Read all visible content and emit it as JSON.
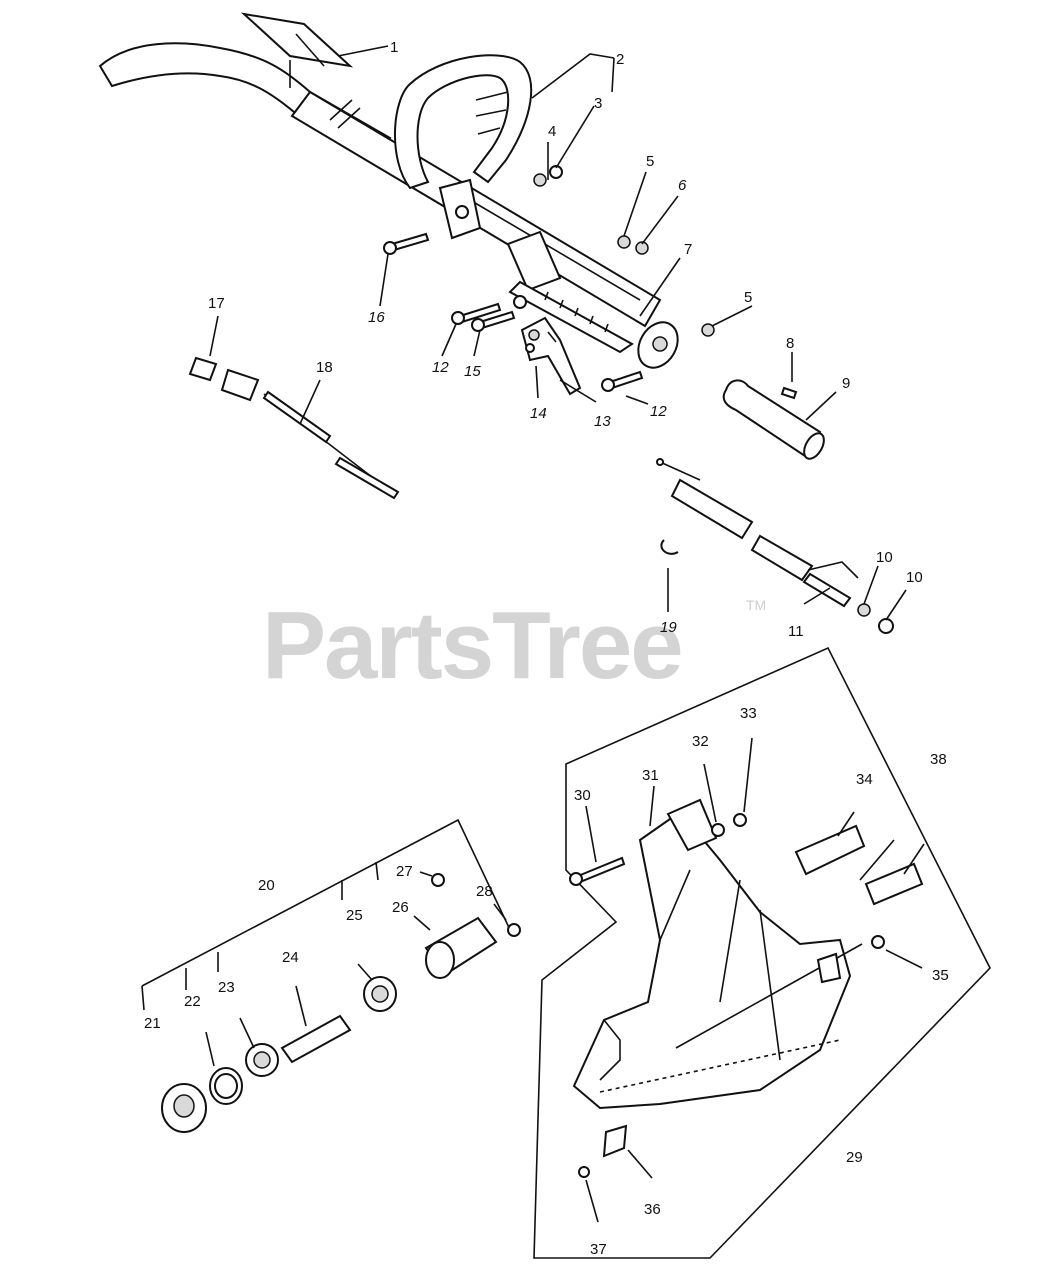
{
  "watermark": {
    "text": "PartsTree",
    "mark": "TM"
  },
  "callouts": [
    {
      "id": "c1",
      "label": "1"
    },
    {
      "id": "c2",
      "label": "2"
    },
    {
      "id": "c3",
      "label": "3"
    },
    {
      "id": "c4",
      "label": "4"
    },
    {
      "id": "c5a",
      "label": "5"
    },
    {
      "id": "c6",
      "label": "6"
    },
    {
      "id": "c7",
      "label": "7"
    },
    {
      "id": "c5b",
      "label": "5"
    },
    {
      "id": "c8",
      "label": "8"
    },
    {
      "id": "c9",
      "label": "9"
    },
    {
      "id": "c10a",
      "label": "10"
    },
    {
      "id": "c10b",
      "label": "10"
    },
    {
      "id": "c11",
      "label": "11"
    },
    {
      "id": "c12a",
      "label": "12"
    },
    {
      "id": "c12b",
      "label": "12"
    },
    {
      "id": "c13",
      "label": "13"
    },
    {
      "id": "c14",
      "label": "14"
    },
    {
      "id": "c15",
      "label": "15"
    },
    {
      "id": "c16",
      "label": "16"
    },
    {
      "id": "c17",
      "label": "17"
    },
    {
      "id": "c18",
      "label": "18"
    },
    {
      "id": "c19",
      "label": "19"
    },
    {
      "id": "c20",
      "label": "20"
    },
    {
      "id": "c21",
      "label": "21"
    },
    {
      "id": "c22",
      "label": "22"
    },
    {
      "id": "c23",
      "label": "23"
    },
    {
      "id": "c24",
      "label": "24"
    },
    {
      "id": "c25",
      "label": "25"
    },
    {
      "id": "c26",
      "label": "26"
    },
    {
      "id": "c27",
      "label": "27"
    },
    {
      "id": "c28",
      "label": "28"
    },
    {
      "id": "c29",
      "label": "29"
    },
    {
      "id": "c30",
      "label": "30"
    },
    {
      "id": "c31",
      "label": "31"
    },
    {
      "id": "c32",
      "label": "32"
    },
    {
      "id": "c33",
      "label": "33"
    },
    {
      "id": "c34",
      "label": "34"
    },
    {
      "id": "c35",
      "label": "35"
    },
    {
      "id": "c36",
      "label": "36"
    },
    {
      "id": "c37",
      "label": "37"
    },
    {
      "id": "c38",
      "label": "38"
    }
  ]
}
